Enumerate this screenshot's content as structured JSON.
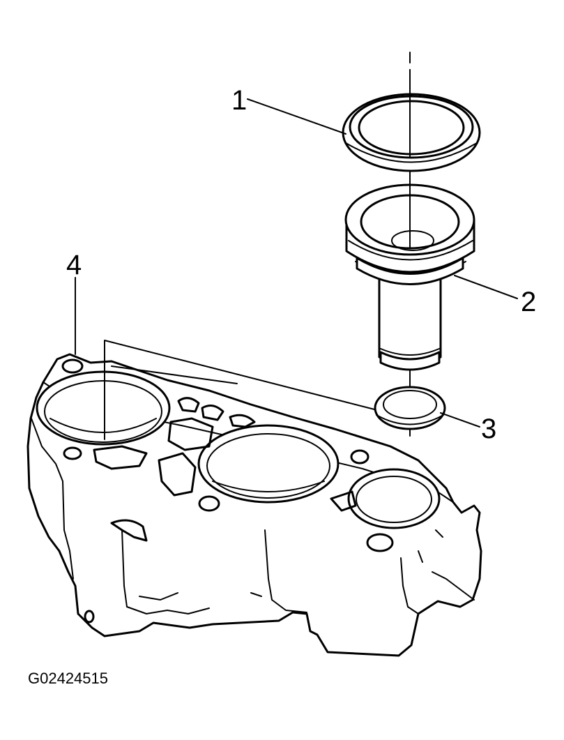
{
  "diagram": {
    "callouts": [
      {
        "id": "1",
        "label": "1"
      },
      {
        "id": "2",
        "label": "2"
      },
      {
        "id": "3",
        "label": "3"
      },
      {
        "id": "4",
        "label": "4"
      }
    ],
    "figure_code": "G02424515"
  }
}
